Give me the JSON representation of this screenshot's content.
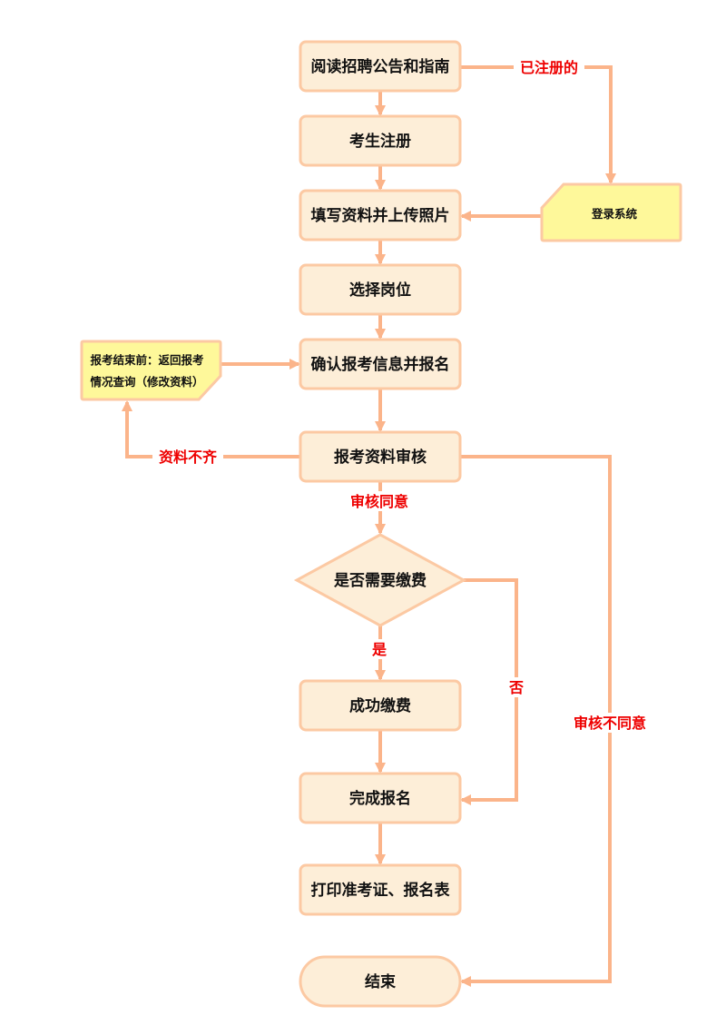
{
  "diagram": {
    "type": "flowchart",
    "colors": {
      "node_fill": "#fdeed8",
      "node_stroke": "#fcc9a3",
      "note_fill": "#fef89a",
      "note_stroke": "#fcc9a3",
      "edge": "#fbb48a",
      "edge_label": "#ee0000",
      "text": "#111111"
    },
    "nodes": {
      "read_notice": "阅读招聘公告和指南",
      "register": "考生注册",
      "fill_info": "填写资料并上传照片",
      "login": "登录系统",
      "choose_post": "选择岗位",
      "confirm": "确认报考信息并报名",
      "return_note_line1": "报考结束前：返回报考",
      "return_note_line2": "情况查询（修改资料）",
      "review": "报考资料审核",
      "need_pay": "是否需要缴费",
      "paid": "成功缴费",
      "complete": "完成报名",
      "print": "打印准考证、报名表",
      "end": "结束"
    },
    "edge_labels": {
      "registered": "已注册的",
      "incomplete": "资料不齐",
      "approved": "审核同意",
      "yes": "是",
      "no": "否",
      "rejected": "审核不同意"
    }
  }
}
